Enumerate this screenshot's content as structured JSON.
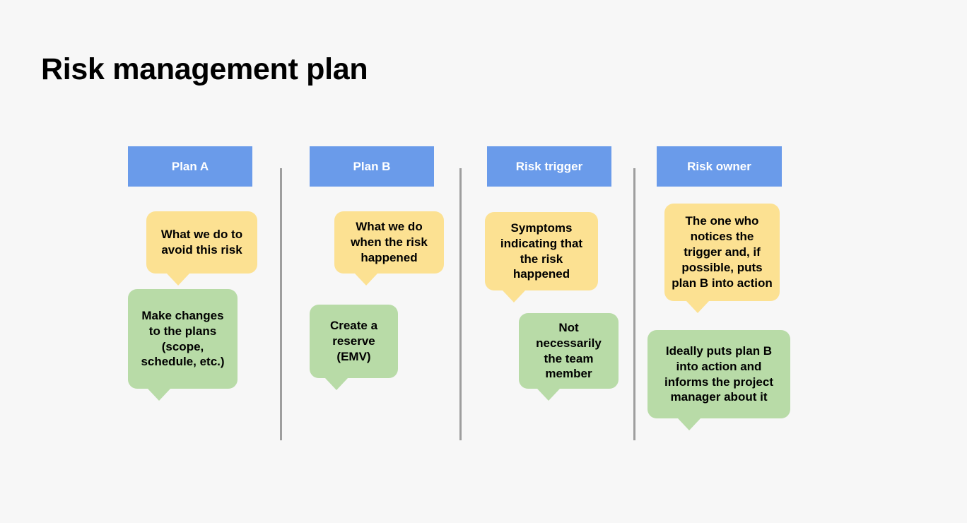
{
  "page": {
    "title": "Risk management plan",
    "background_color": "#f7f7f7",
    "header_color": "#6a9bea",
    "yellow_bubble_color": "#fce192",
    "green_bubble_color": "#b8dba7",
    "divider_color": "#9e9e9e"
  },
  "columns": [
    {
      "header": "Plan A",
      "definition": "What we do to avoid this risk",
      "detail": "Make changes to the plans (scope, schedule, etc.)"
    },
    {
      "header": "Plan B",
      "definition": "What we do when the risk happened",
      "detail": "Create a reserve (EMV)"
    },
    {
      "header": "Risk trigger",
      "definition": "Symptoms indicating that the risk happened",
      "detail": "Not necessarily the team member"
    },
    {
      "header": "Risk owner",
      "definition": "The one who notices the trigger and, if possible, puts plan B into action",
      "detail": "Ideally puts plan B into action and informs the project manager about it"
    }
  ]
}
